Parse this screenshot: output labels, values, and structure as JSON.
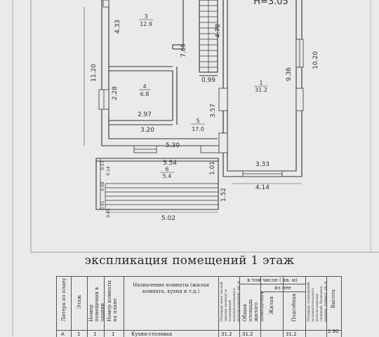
{
  "plan": {
    "height_label": "H=3.05",
    "rooms": [
      {
        "number": "3",
        "area": "12.9"
      },
      {
        "number": "4",
        "area": "6.8"
      },
      {
        "number": "5",
        "area": "17.0"
      },
      {
        "number": "1",
        "area": "31.2"
      },
      {
        "number": "6",
        "area": "5.4"
      }
    ],
    "dimensions": [
      "4.33",
      "7.65",
      "2.28",
      "2.97",
      "3.20",
      "11.20",
      "5.30",
      "4.78",
      "0.99",
      "3.57",
      "9.36",
      "10.20",
      "5.54",
      "1.01",
      "3.33",
      "4.14",
      "1.52",
      "5.02",
      "0.57",
      "0.14",
      "0.98",
      "0.41",
      "0.45"
    ]
  },
  "explication": {
    "title": "экспликация помещений 1 этаж",
    "headers": {
      "litera": "Литера по плану",
      "floor": "Этаж",
      "room_no": "Номер помещения в здании",
      "room_on_plan": "Номер комнаты на плане",
      "purpose": "Назначение комнаты (жилая комната, кухня и т.д.)",
      "area_total": "Площадь всех частей здания (комнат и помещений вспомогательного использования), кв. м",
      "area_common": "Общая площадь жилого помещения",
      "incl": "в том числе ( кв. м)",
      "of_which": "из нее",
      "living": "Жилая",
      "auxiliary": "Подсобная",
      "aux_use": "Площадь помещений вспомогательного использования (лоджий, балконов, веранд, террас), кв. м",
      "height": "Высота"
    },
    "row1": {
      "litera": "А",
      "floor": "1",
      "room_no": "1",
      "room_on_plan": "1",
      "purpose": "Кухня-столовая",
      "area_total": "31.2",
      "area_common": "31.2",
      "living": "",
      "auxiliary": "31.2",
      "aux_use": "",
      "height": "2.90"
    }
  }
}
